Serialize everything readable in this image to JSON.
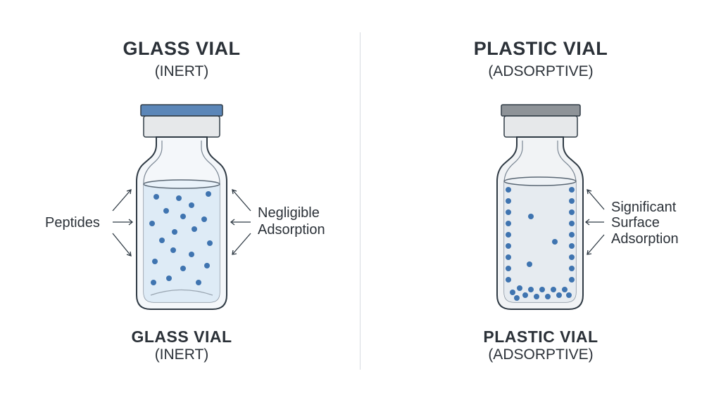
{
  "left": {
    "title": "GLASS VIAL",
    "subtitle": "(INERT)",
    "peptides_label": "Peptides",
    "adsorption_label_line1": "Negligible",
    "adsorption_label_line2": "Adsorption",
    "bottom_title": "GLASS VIAL",
    "bottom_subtitle": "(INERT)",
    "cap_color": "#5b86b8",
    "particle_color": "#3f74b0"
  },
  "right": {
    "title": "PLASTIC VIAL",
    "subtitle": "(ADSORPTIVE)",
    "label_line1": "Significant",
    "label_line2": "Surface",
    "label_line3": "Adsorption",
    "bottom_title": "PLASTIC VIAL",
    "bottom_subtitle": "(ADSORPTIVE)",
    "cap_color": "#8e9398",
    "particle_color": "#3f74b0"
  }
}
